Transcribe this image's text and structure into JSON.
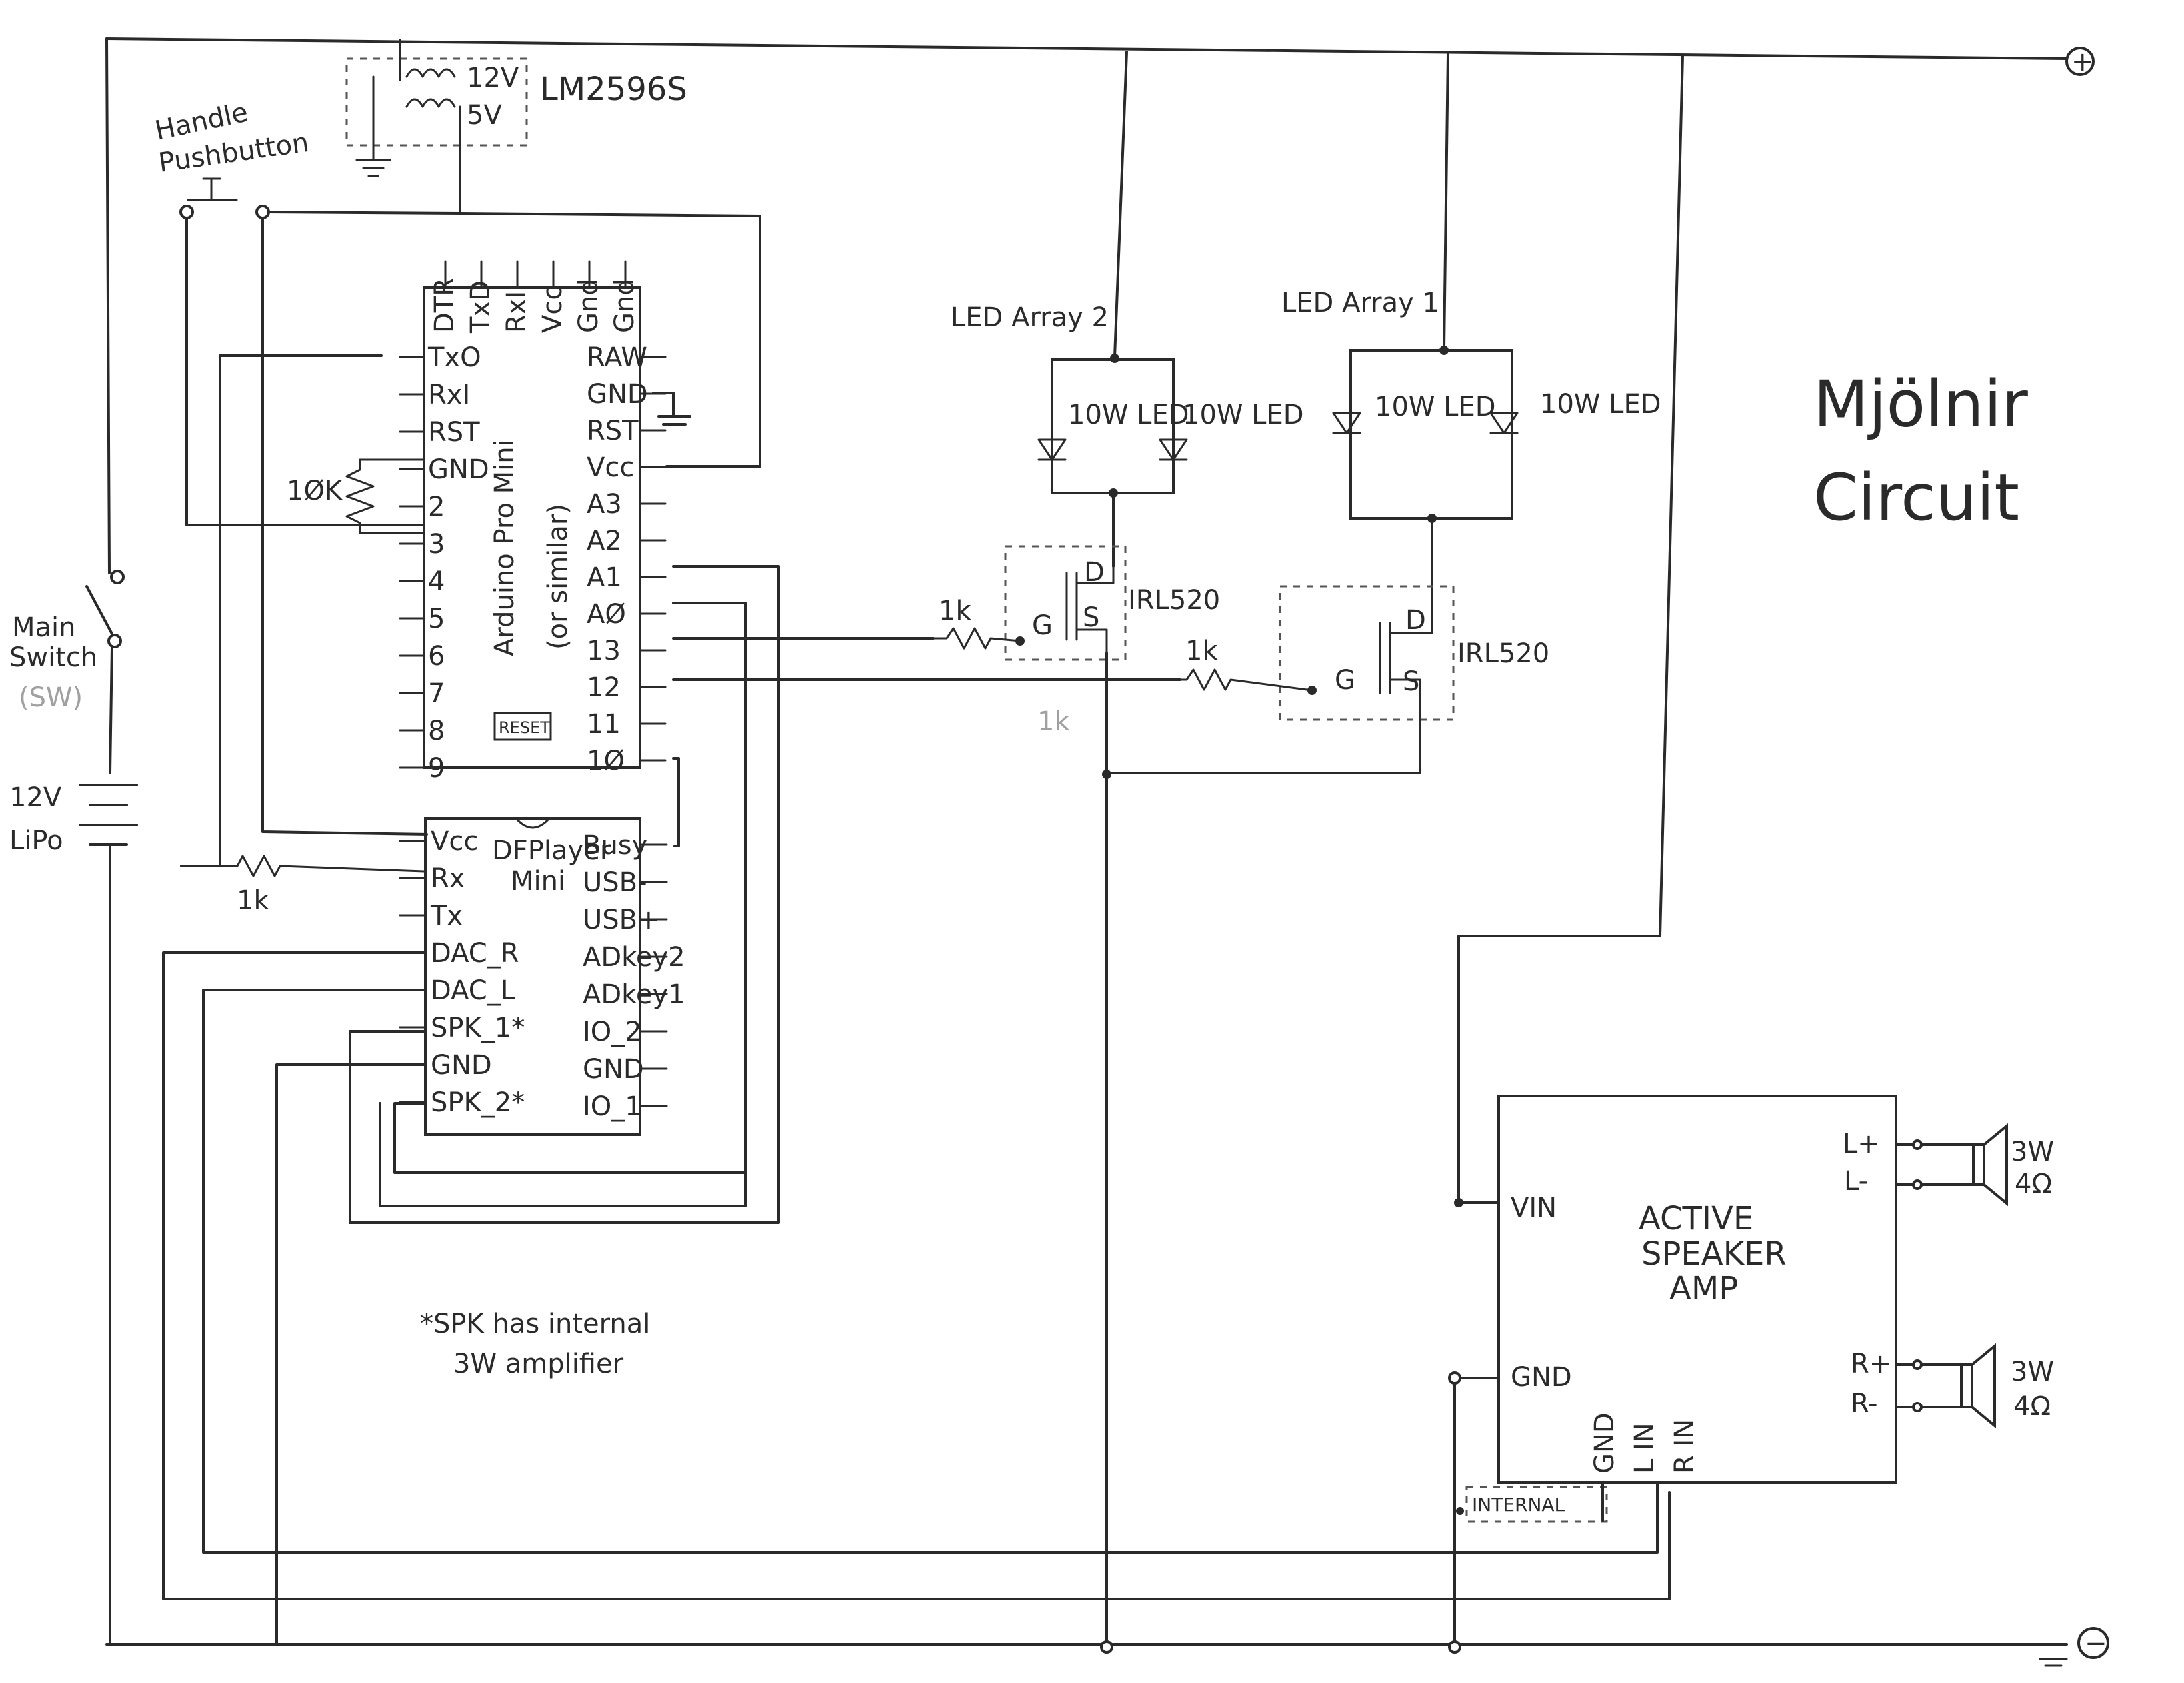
{
  "title": {
    "line1": "Mjölnir",
    "line2": "Circuit"
  },
  "regulator": {
    "name": "LM2596S",
    "in_label": "12V",
    "out_label": "5V"
  },
  "handle_button": {
    "label_line1": "Handle",
    "label_line2": "Pushbutton"
  },
  "main_switch": {
    "label_line1": "Main",
    "label_line2": "Switch",
    "label_line3": "(SW)"
  },
  "battery": {
    "label_line1": "12V",
    "label_line2": "LiPo"
  },
  "rails": {
    "positive": "+",
    "negative": "−"
  },
  "arduino": {
    "name_line1": "Arduino Pro Mini",
    "name_line2": "(or similar)",
    "reset_label": "RESET",
    "top_pins": [
      "DTR",
      "TxD",
      "RxI",
      "Vcc",
      "Gnd",
      "Gnd"
    ],
    "left_pins": [
      "TxO",
      "RxI",
      "RST",
      "GND",
      "2",
      "3",
      "4",
      "5",
      "6",
      "7",
      "8",
      "9"
    ],
    "right_pins": [
      "RAW",
      "GND",
      "RST",
      "Vcc",
      "A3",
      "A2",
      "A1",
      "AØ",
      "13",
      "12",
      "11",
      "1Ø"
    ]
  },
  "pulldown_resistor": {
    "label": "1ØK"
  },
  "dfplayer": {
    "name_line1": "DFPlayer",
    "name_line2": "Mini",
    "left_pins": [
      "Vcc",
      "Rx",
      "Tx",
      "DAC_R",
      "DAC_L",
      "SPK_1*",
      "GND",
      "SPK_2*"
    ],
    "right_pins": [
      "Busy",
      "USB-",
      "USB+",
      "ADkey2",
      "ADkey1",
      "IO_2",
      "GND",
      "IO_1"
    ]
  },
  "rx_resistor": {
    "label": "1k"
  },
  "note": {
    "line1": "*SPK has internal",
    "line2": "3W amplifier"
  },
  "led_array_2": {
    "title": "LED Array 2",
    "led_a": "10W LED",
    "led_b": "10W LED"
  },
  "led_array_1": {
    "title": "LED Array 1",
    "led_a": "10W LED",
    "led_b": "10W LED"
  },
  "mosfet_1": {
    "part": "IRL520",
    "gate": "G",
    "drain": "D",
    "source": "S",
    "resistor": "1k"
  },
  "mosfet_2": {
    "part": "IRL520",
    "gate": "G",
    "drain": "D",
    "source": "S",
    "resistor": "1k"
  },
  "faint_label": "1k",
  "amp": {
    "name_line1": "ACTIVE",
    "name_line2": "SPEAKER",
    "name_line3": "AMP",
    "vin": "VIN",
    "gnd": "GND",
    "bottom_pins": [
      "GND",
      "L IN",
      "R IN"
    ],
    "internal_label": "INTERNAL",
    "left_out": [
      "L+",
      "L-"
    ],
    "right_out": [
      "R+",
      "R-"
    ]
  },
  "speaker_left": {
    "line1": "3W",
    "line2": "4Ω"
  },
  "speaker_right": {
    "line1": "3W",
    "line2": "4Ω"
  }
}
